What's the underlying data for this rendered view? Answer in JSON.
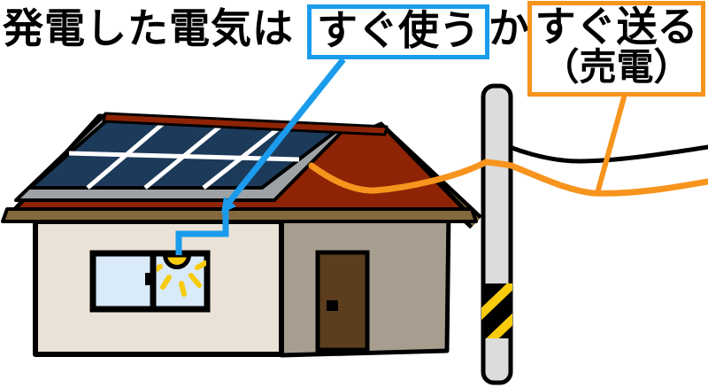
{
  "headline": {
    "prefix": "発電した電気は",
    "use_now": "すぐ使う",
    "connector": "か",
    "send_now": "すぐ送る",
    "send_note": "（売電）"
  },
  "colors": {
    "blue": "#1B9BEC",
    "orange": "#F7941D",
    "yellow": "#F8CB0C",
    "roof_red": "#8E2405",
    "trim_brown": "#84683E",
    "panel_navy": "#1C3A5A",
    "frame_gray": "#9FA2A5",
    "wall_front": "#EAE2D6",
    "wall_side": "#A89E90",
    "door_brown": "#5C3E1E",
    "pole_gray": "#DCDCDC",
    "pane_blue": "#D9EAF9",
    "outline_black": "#000000"
  }
}
